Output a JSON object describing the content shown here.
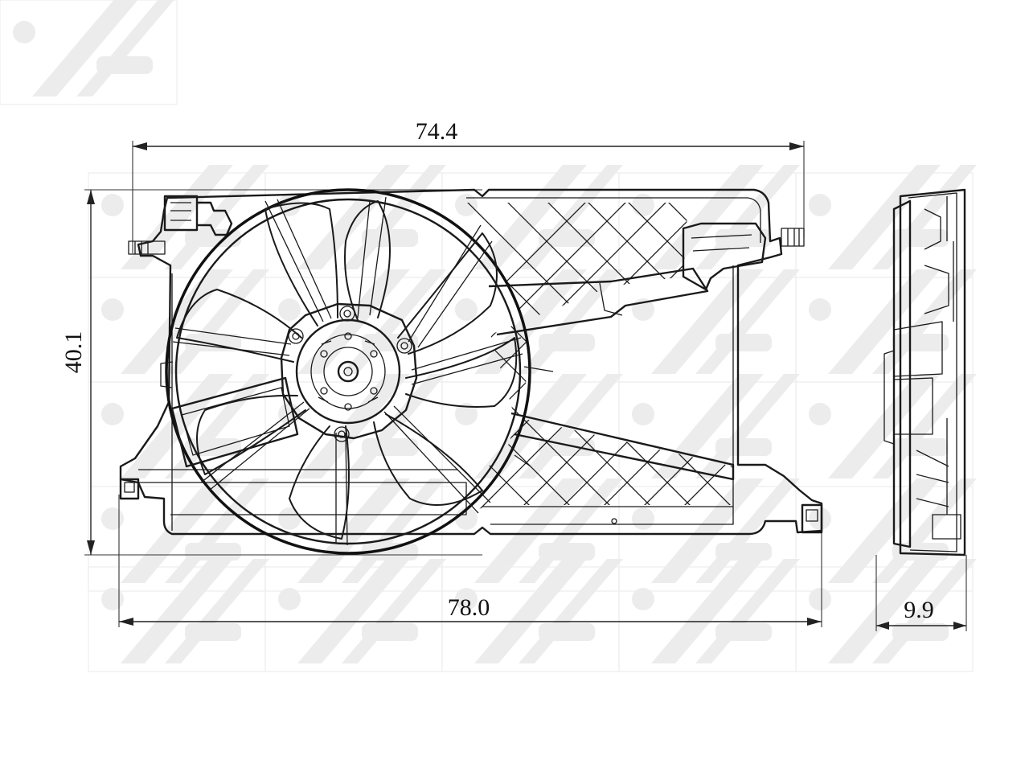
{
  "dimensions": {
    "top_width": "74.4",
    "bottom_width": "78.0",
    "height": "40.1",
    "depth": "9.9"
  },
  "colors": {
    "line": "#1a1a1a",
    "watermark": "#ececec",
    "background": "#ffffff"
  }
}
